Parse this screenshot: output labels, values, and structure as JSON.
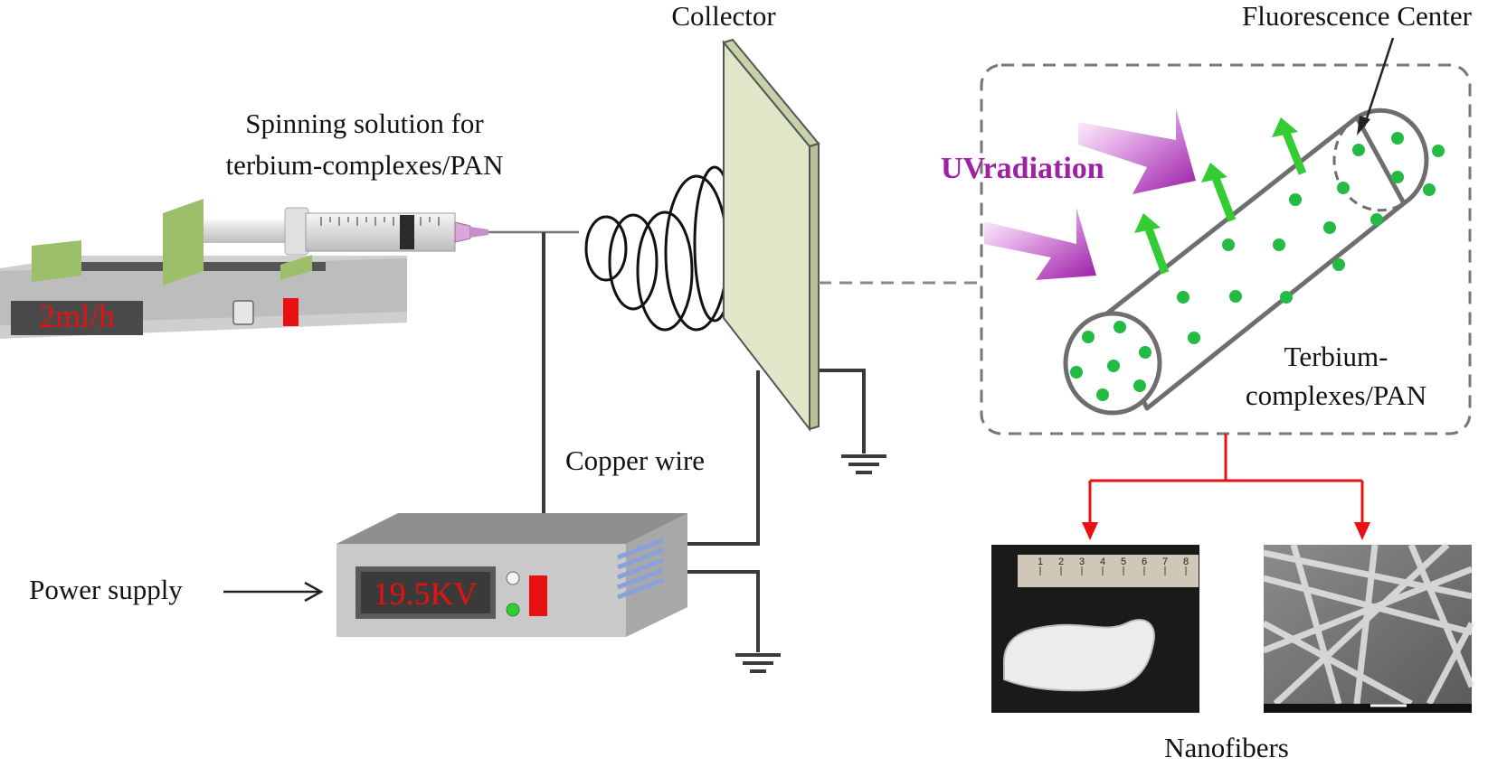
{
  "labels": {
    "collector": "Collector",
    "fluorescence_center": "Fluorescence Center",
    "spinning_solution_line1": "Spinning solution  for",
    "spinning_solution_line2": "terbium-complexes/PAN",
    "uv_radiation": "UVradiation",
    "terbium_line1": "Terbium-",
    "terbium_line2": "complexes/PAN",
    "copper_wire": "Copper wire",
    "power_supply": "Power supply",
    "nanofibers": "Nanofibers"
  },
  "pump": {
    "flow_rate": "2ml/h"
  },
  "power": {
    "voltage": "19.5KV"
  },
  "ruler": {
    "ticks": [
      "1",
      "2",
      "3",
      "4",
      "5",
      "6",
      "7",
      "8"
    ]
  },
  "colors": {
    "uv_arrow": "#b43cc0",
    "emission_arrow": "#33cc33",
    "dots": "#22bb44",
    "connector": "#e81010",
    "display_digits": "#e81010"
  }
}
